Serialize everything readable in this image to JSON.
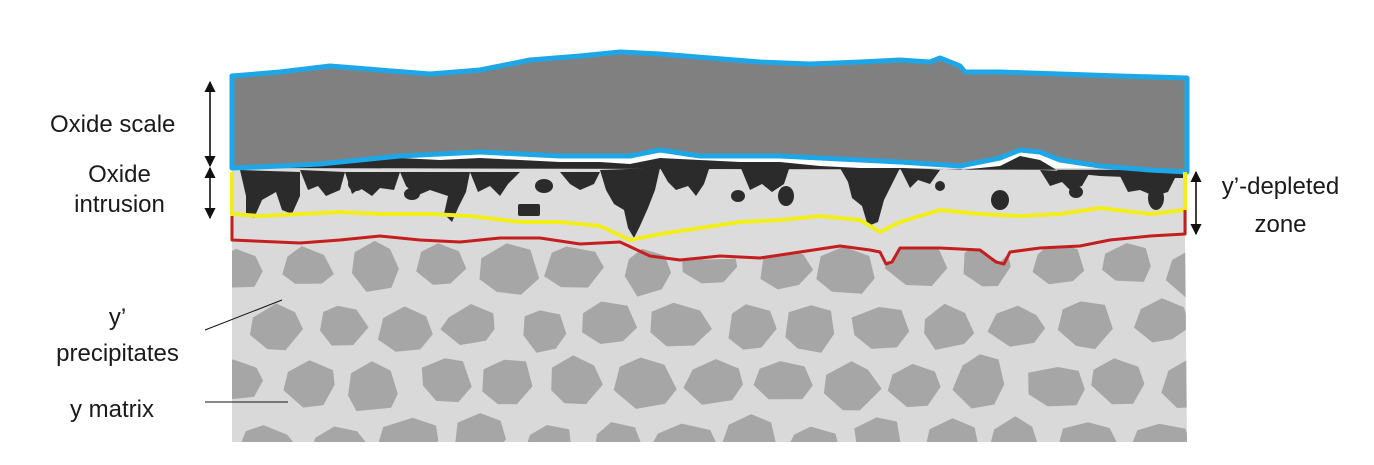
{
  "labels": {
    "oxide_scale": "Oxide scale",
    "oxide_intrusion_line1": "Oxide",
    "oxide_intrusion_line2": "intrusion",
    "gamma_prime_line1": "y’",
    "gamma_prime_line2": "precipitates",
    "gamma_matrix": "y matrix",
    "depleted_line1": "y’-depleted",
    "depleted_line2": "zone"
  },
  "colors": {
    "oxide_scale_fill": "#808080",
    "oxide_scale_outline": "#1ea7e6",
    "intrusion_fill": "#2b2b2b",
    "depleted_zone_fill": "#dcdcdc",
    "depleted_boundary": "#f2ee1c",
    "diffusion_front": "#c41e1e",
    "matrix_fill": "#d9d9d9",
    "precipitate_fill": "#a6a6a6",
    "arrow": "#111111"
  }
}
